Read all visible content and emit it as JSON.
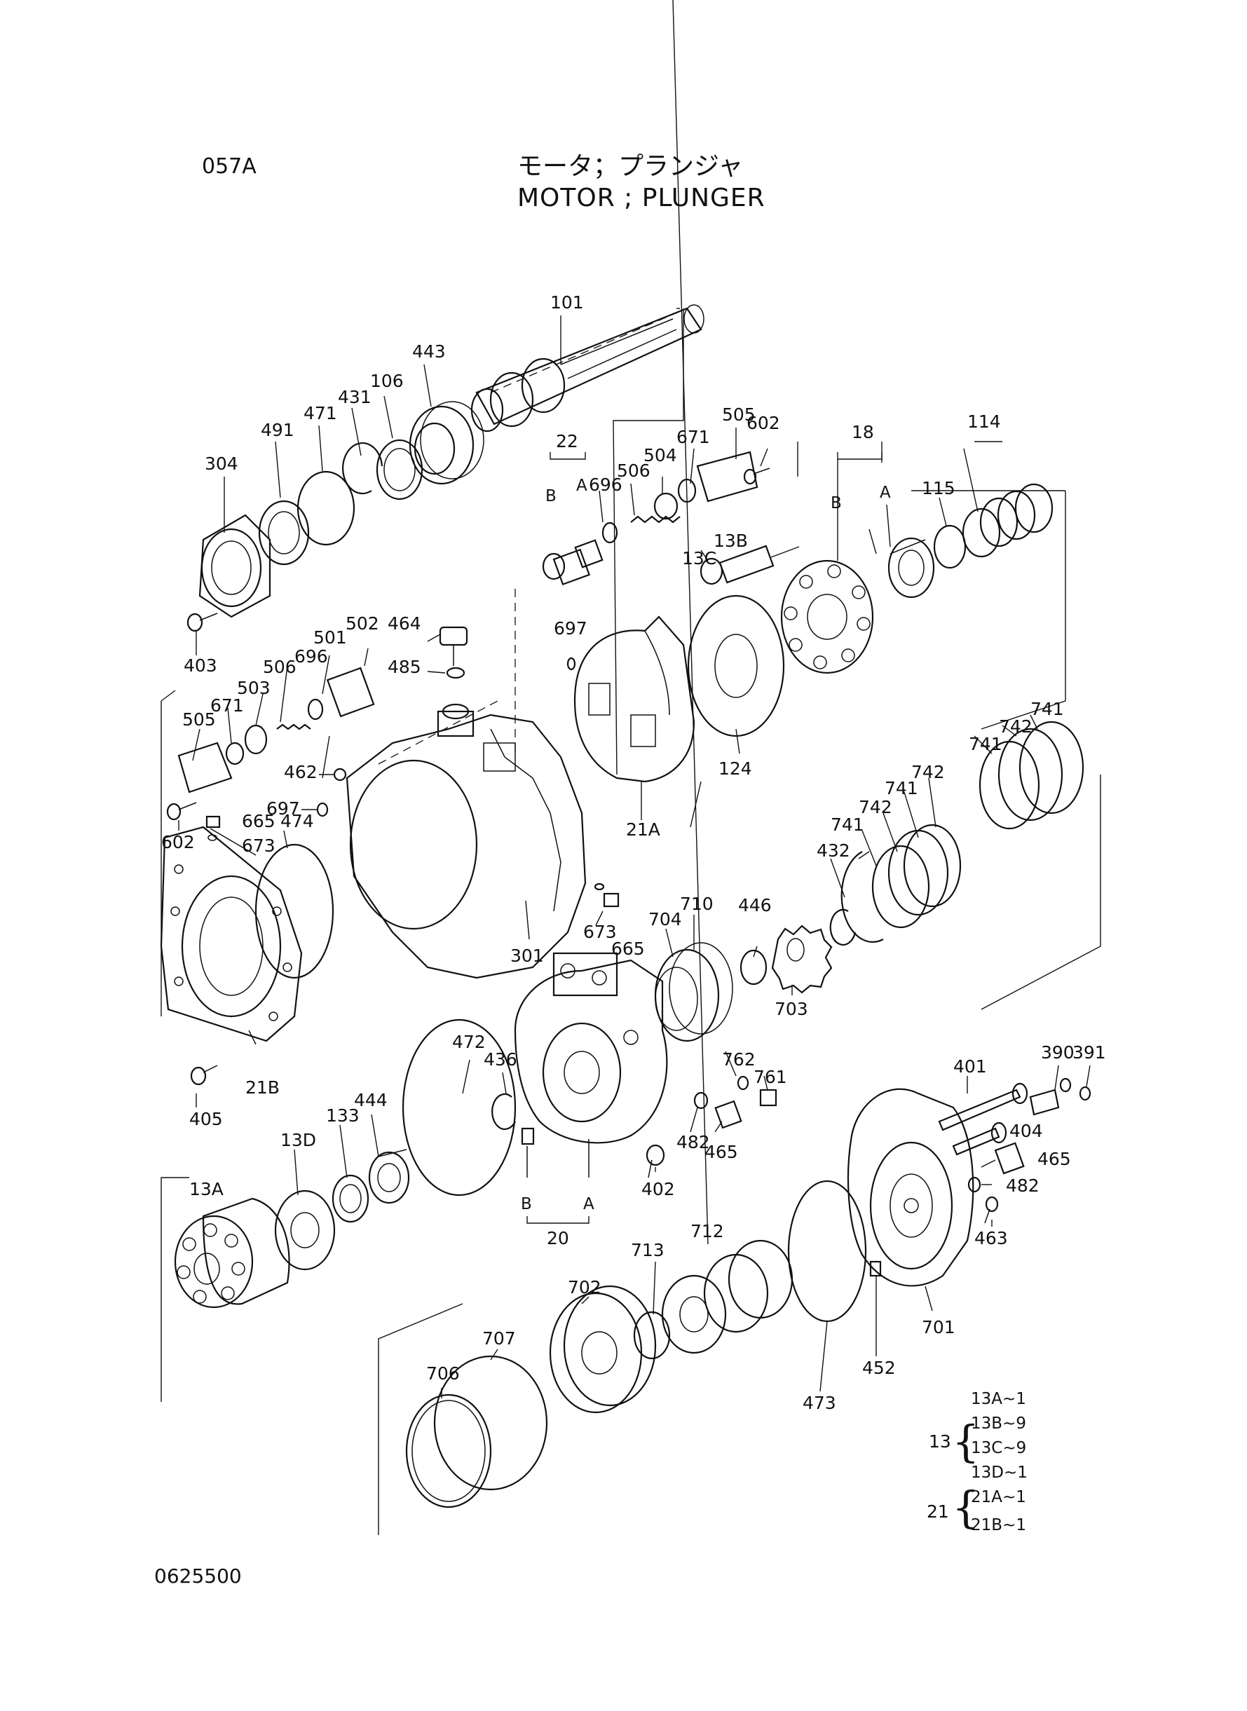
{
  "header": {
    "page_code": "057A",
    "title_jp": "モータ；プランジャ",
    "title_en": "MOTOR ; PLUNGER"
  },
  "footer": {
    "doc_number": "0625500"
  },
  "diagram": {
    "callouts": [
      {
        "id": "c101",
        "text": "101"
      },
      {
        "id": "c443",
        "text": "443"
      },
      {
        "id": "c106",
        "text": "106"
      },
      {
        "id": "c431",
        "text": "431"
      },
      {
        "id": "c471",
        "text": "471"
      },
      {
        "id": "c491",
        "text": "491"
      },
      {
        "id": "c304",
        "text": "304"
      },
      {
        "id": "c403",
        "text": "403"
      },
      {
        "id": "c22",
        "text": "22"
      },
      {
        "id": "c22b",
        "text": "B"
      },
      {
        "id": "c22a",
        "text": "A"
      },
      {
        "id": "c696a",
        "text": "696"
      },
      {
        "id": "c506a",
        "text": "506"
      },
      {
        "id": "c504",
        "text": "504"
      },
      {
        "id": "c671a",
        "text": "671"
      },
      {
        "id": "c505a",
        "text": "505"
      },
      {
        "id": "c602a",
        "text": "602"
      },
      {
        "id": "c18",
        "text": "18"
      },
      {
        "id": "c18b",
        "text": "B"
      },
      {
        "id": "c18a",
        "text": "A"
      },
      {
        "id": "c115",
        "text": "115"
      },
      {
        "id": "c114",
        "text": "114"
      },
      {
        "id": "c13b",
        "text": "13B"
      },
      {
        "id": "c13c",
        "text": "13C"
      },
      {
        "id": "c697a",
        "text": "697"
      },
      {
        "id": "c464",
        "text": "464"
      },
      {
        "id": "c485",
        "text": "485"
      },
      {
        "id": "c502",
        "text": "502"
      },
      {
        "id": "c501",
        "text": "501"
      },
      {
        "id": "c696b",
        "text": "696"
      },
      {
        "id": "c506b",
        "text": "506"
      },
      {
        "id": "c503",
        "text": "503"
      },
      {
        "id": "c671b",
        "text": "671"
      },
      {
        "id": "c505b",
        "text": "505"
      },
      {
        "id": "c462",
        "text": "462"
      },
      {
        "id": "c697b",
        "text": "697"
      },
      {
        "id": "c602b",
        "text": "602"
      },
      {
        "id": "c665a",
        "text": "665"
      },
      {
        "id": "c673a",
        "text": "673"
      },
      {
        "id": "c474",
        "text": "474"
      },
      {
        "id": "c124",
        "text": "124"
      },
      {
        "id": "c21a",
        "text": "21A"
      },
      {
        "id": "c741a",
        "text": "741"
      },
      {
        "id": "c742a",
        "text": "742"
      },
      {
        "id": "c741b",
        "text": "741"
      },
      {
        "id": "c742b",
        "text": "742"
      },
      {
        "id": "c741c",
        "text": "741"
      },
      {
        "id": "c742c",
        "text": "742"
      },
      {
        "id": "c741d",
        "text": "741"
      },
      {
        "id": "c432",
        "text": "432"
      },
      {
        "id": "c446",
        "text": "446"
      },
      {
        "id": "c710",
        "text": "710"
      },
      {
        "id": "c704",
        "text": "704"
      },
      {
        "id": "c703",
        "text": "703"
      },
      {
        "id": "c301",
        "text": "301"
      },
      {
        "id": "c673b",
        "text": "673"
      },
      {
        "id": "c665b",
        "text": "665"
      },
      {
        "id": "c21b",
        "text": "21B"
      },
      {
        "id": "c405",
        "text": "405"
      },
      {
        "id": "c472",
        "text": "472"
      },
      {
        "id": "c436",
        "text": "436"
      },
      {
        "id": "c444",
        "text": "444"
      },
      {
        "id": "c133",
        "text": "133"
      },
      {
        "id": "c13d",
        "text": "13D"
      },
      {
        "id": "c13a",
        "text": "13A"
      },
      {
        "id": "c762",
        "text": "762"
      },
      {
        "id": "c761",
        "text": "761"
      },
      {
        "id": "c482a",
        "text": "482"
      },
      {
        "id": "c465a",
        "text": "465"
      },
      {
        "id": "c402",
        "text": "402"
      },
      {
        "id": "c20b",
        "text": "B"
      },
      {
        "id": "c20a",
        "text": "A"
      },
      {
        "id": "c20",
        "text": "20"
      },
      {
        "id": "c390",
        "text": "390"
      },
      {
        "id": "c391",
        "text": "391"
      },
      {
        "id": "c401",
        "text": "401"
      },
      {
        "id": "c404",
        "text": "404"
      },
      {
        "id": "c465b",
        "text": "465"
      },
      {
        "id": "c482b",
        "text": "482"
      },
      {
        "id": "c463",
        "text": "463"
      },
      {
        "id": "c712",
        "text": "712"
      },
      {
        "id": "c713",
        "text": "713"
      },
      {
        "id": "c702",
        "text": "702"
      },
      {
        "id": "c707",
        "text": "707"
      },
      {
        "id": "c706",
        "text": "706"
      },
      {
        "id": "c473",
        "text": "473"
      },
      {
        "id": "c452",
        "text": "452"
      },
      {
        "id": "c701",
        "text": "701"
      }
    ],
    "groups": [
      {
        "id": "g13",
        "label": "13",
        "items": [
          "13A~1",
          "13B~9",
          "13C~9",
          "13D~1"
        ]
      },
      {
        "id": "g21",
        "label": "21",
        "items": [
          "21A~1",
          "21B~1"
        ]
      }
    ]
  }
}
